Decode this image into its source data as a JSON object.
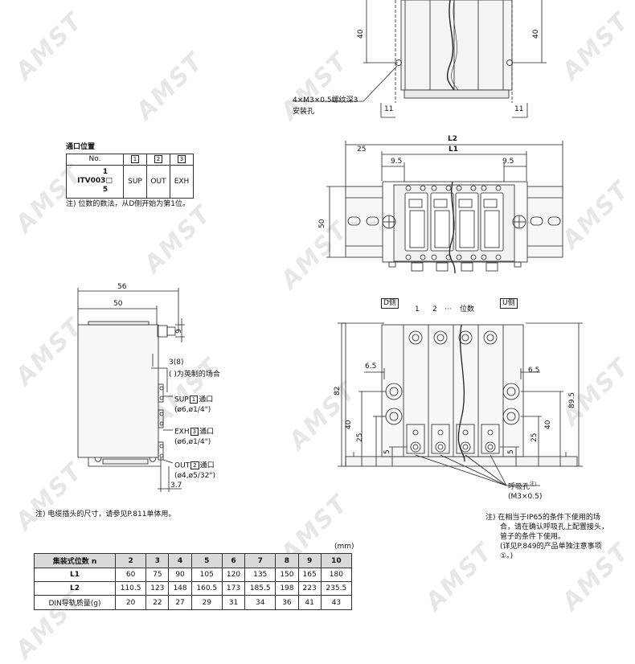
{
  "watermark": {
    "text": "AMST",
    "repeat": 24
  },
  "top_drawing": {
    "dim_left_40": "40",
    "dim_right_40": "40",
    "dim_left_11": "11",
    "dim_right_11": "11",
    "note_screw": "4×M3×0.5螺纹深3",
    "note_mount": "安装孔"
  },
  "port_table": {
    "title": "通口位置",
    "header": [
      "No.",
      "1",
      "2",
      "3"
    ],
    "model_top": "1",
    "model_main": "ITV003",
    "model_bottom": "5",
    "cells": [
      "SUP",
      "OUT",
      "EXH"
    ],
    "note": "注) 位数的数法，从D侧开始为第1位。"
  },
  "front_view": {
    "dim_l2": "L2",
    "dim_l1": "L1",
    "dim_25": "25",
    "dim_95_left": "9.5",
    "dim_95_right": "9.5",
    "dim_50": "50"
  },
  "side_view": {
    "dim_56": "56",
    "dim_50": "50",
    "dim_9": "9",
    "dim_37": "3.7",
    "label_3_8": "3(8)",
    "label_paren": "(  )为英制的场合",
    "sup_label": "SUP",
    "sup_num": "1",
    "sup_suffix": "通口",
    "sup_size": "(ø6,ø1/4\")",
    "exh_label": "EXH",
    "exh_num": "3",
    "exh_suffix": "通口",
    "exh_size": "(ø6,ø1/4\")",
    "out_label": "OUT",
    "out_num": "2",
    "out_suffix": "通口",
    "out_size": "(ø4,ø5/32\")"
  },
  "bottom_view": {
    "d_side": "D侧",
    "u_side": "U侧",
    "pos_1": "1",
    "pos_2": "2",
    "pos_dots": "···",
    "pos_label": "位数",
    "dim_65_left": "6.5",
    "dim_65_right": "6.5",
    "dim_82": "82",
    "dim_40_left": "40",
    "dim_25_left": "25",
    "dim_5_left": "5",
    "dim_895": "89.5",
    "dim_40_right": "40",
    "dim_25_right": "25",
    "dim_5_right": "5",
    "breath_label": "呼吸孔",
    "breath_note": "注)",
    "breath_size": "(M3×0.5)"
  },
  "notes": {
    "cable_note": "注) 电缆插头的尺寸，请参见P.811单体用。",
    "ip65_line1": "注) 在相当于IP65的条件下使用的场",
    "ip65_line2": "合，请在确认呼吸孔上配置接头，",
    "ip65_line3": "管子的条件下使用。",
    "ip65_line4": "(详见P.849的产品单独注意事项",
    "ip65_line5": "①。)"
  },
  "spec_table": {
    "unit": "(mm)",
    "header_label": "集装式位数 n",
    "columns": [
      "2",
      "3",
      "4",
      "5",
      "6",
      "7",
      "8",
      "9",
      "10"
    ],
    "rows": [
      {
        "label": "L1",
        "values": [
          "60",
          "75",
          "90",
          "105",
          "120",
          "135",
          "150",
          "165",
          "180"
        ]
      },
      {
        "label": "L2",
        "values": [
          "110.5",
          "123",
          "148",
          "160.5",
          "173",
          "185.5",
          "198",
          "223",
          "235.5"
        ]
      },
      {
        "label": "DIN导轨质量(g)",
        "values": [
          "20",
          "22",
          "27",
          "29",
          "31",
          "34",
          "36",
          "41",
          "43"
        ]
      }
    ]
  }
}
